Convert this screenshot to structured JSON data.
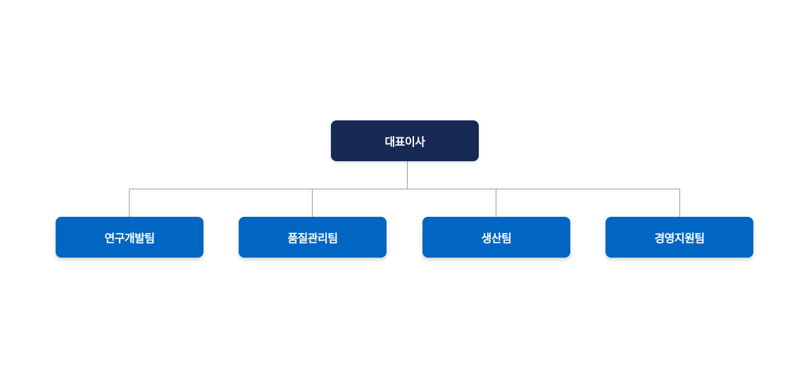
{
  "org": {
    "root": {
      "label": "대표이사"
    },
    "teams": [
      {
        "label": "연구개발팀"
      },
      {
        "label": "품질관리팀"
      },
      {
        "label": "생산팀"
      },
      {
        "label": "경영지원팀"
      }
    ]
  },
  "colors": {
    "root_fill": "#172955",
    "team_fill": "#0066c1",
    "connector": "#9a9a9a",
    "text": "#ffffff",
    "background": "#ffffff"
  }
}
